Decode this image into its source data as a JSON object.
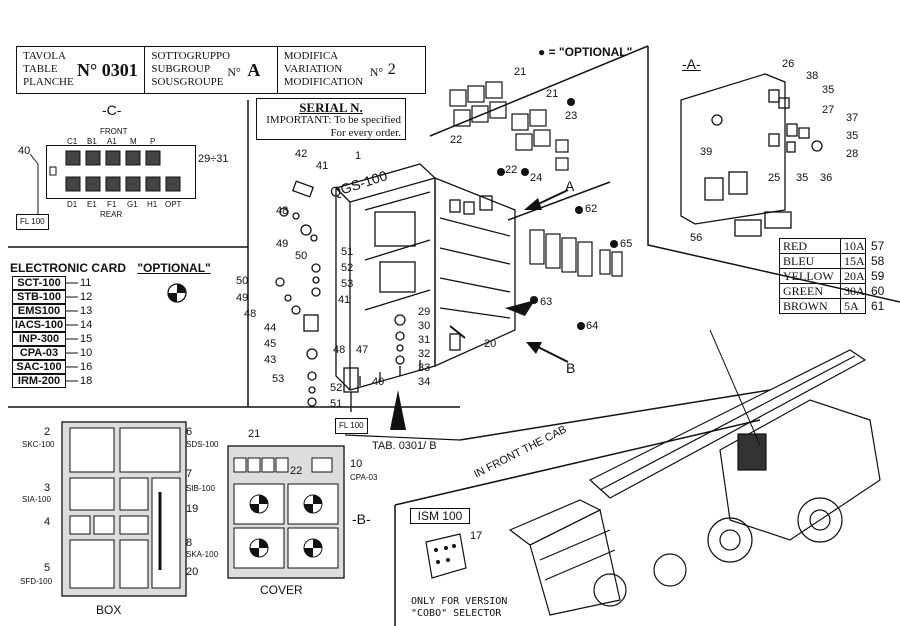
{
  "header": {
    "table_labels": [
      "TAVOLA",
      "TABLE",
      "PLANCHE"
    ],
    "table_no_label": "N° 0301",
    "subgroup_labels": [
      "SOTTOGRUPPO",
      "SUBGROUP",
      "SOUSGROUPE"
    ],
    "subgroup_no_label": "N°",
    "subgroup_value": "A",
    "modification_labels": [
      "MODIFICA",
      "VARIATION",
      "MODIFICATION"
    ],
    "modification_no_label": "N°",
    "modification_value": "2"
  },
  "optional_note": "● = \"OPTIONAL\"",
  "serial": {
    "title": "SERIAL N.",
    "line1": "IMPORTANT: To be specified",
    "line2": "For every order."
  },
  "section_c": {
    "title": "-C-",
    "front": "FRONT",
    "top_labels": [
      "C1",
      "B1",
      "A1",
      "M",
      "P"
    ],
    "bottom_labels": [
      "D1",
      "E1",
      "F1",
      "G1",
      "H1",
      "OPT"
    ],
    "rear": "REAR",
    "left_ref": "40",
    "right_ref": "29÷31",
    "fl_box": "FL 100"
  },
  "section_a": {
    "title": "-A-"
  },
  "section_b": {
    "title": "-B-"
  },
  "electronic_card": {
    "title": "ELECTRONIC CARD",
    "optional": "\"OPTIONAL\"",
    "rows": [
      {
        "name": "SCT-100",
        "ref": "11"
      },
      {
        "name": "STB-100",
        "ref": "12"
      },
      {
        "name": "EMS100",
        "ref": "13"
      },
      {
        "name": "IACS-100",
        "ref": "14"
      },
      {
        "name": "INP-300",
        "ref": "15"
      },
      {
        "name": "CPA-03",
        "ref": "10"
      },
      {
        "name": "SAC-100",
        "ref": "16"
      },
      {
        "name": "IRM-200",
        "ref": "18"
      }
    ]
  },
  "fuses": [
    {
      "color": "RED",
      "amp": "10A",
      "ref": "57"
    },
    {
      "color": "BLEU",
      "amp": "15A",
      "ref": "58"
    },
    {
      "color": "YELLOW",
      "amp": "20A",
      "ref": "59"
    },
    {
      "color": "GREEN",
      "amp": "30A",
      "ref": "60"
    },
    {
      "color": "BROWN",
      "amp": "5A",
      "ref": "61"
    }
  ],
  "cabinet_label": "QGS-100",
  "tab_ref": "TAB. 0301/ B",
  "fl_box_lower": "FL 100",
  "arrows": {
    "a": "A",
    "b": "B",
    "c": "C"
  },
  "in_front_cab": "IN FRONT THE CAB",
  "ism": {
    "title": "ISM 100",
    "ref": "17",
    "note1": "ONLY FOR VERSION",
    "note2": "\"COBO\" SELECTOR"
  },
  "box": {
    "caption": "BOX",
    "labels": {
      "skc": "SKC-100",
      "sia": "SIA-100",
      "sfd": "SFD-100",
      "sds": "SDS-100",
      "sib": "SIB-100",
      "ska": "SKA-100",
      "cpa": "CPA-03"
    },
    "refs": [
      "2",
      "3",
      "4",
      "5",
      "6",
      "7",
      "8",
      "19",
      "20"
    ]
  },
  "cover": {
    "caption": "COVER",
    "refs": [
      "21",
      "22",
      "10"
    ]
  },
  "callouts": {
    "main": [
      "42",
      "41",
      "1",
      "48",
      "49",
      "50",
      "51",
      "52",
      "53",
      "50",
      "49",
      "48",
      "41",
      "44",
      "45",
      "43",
      "53",
      "52",
      "51",
      "48",
      "47",
      "40",
      "29",
      "30",
      "31",
      "32",
      "33",
      "34",
      "20"
    ],
    "top": [
      "21",
      "21",
      "22",
      "23",
      "22",
      "24"
    ],
    "relays": [
      "62",
      "65",
      "63",
      "64"
    ],
    "panel": [
      "26",
      "38",
      "35",
      "27",
      "37",
      "35",
      "28",
      "39",
      "25",
      "35",
      "36",
      "56"
    ]
  }
}
